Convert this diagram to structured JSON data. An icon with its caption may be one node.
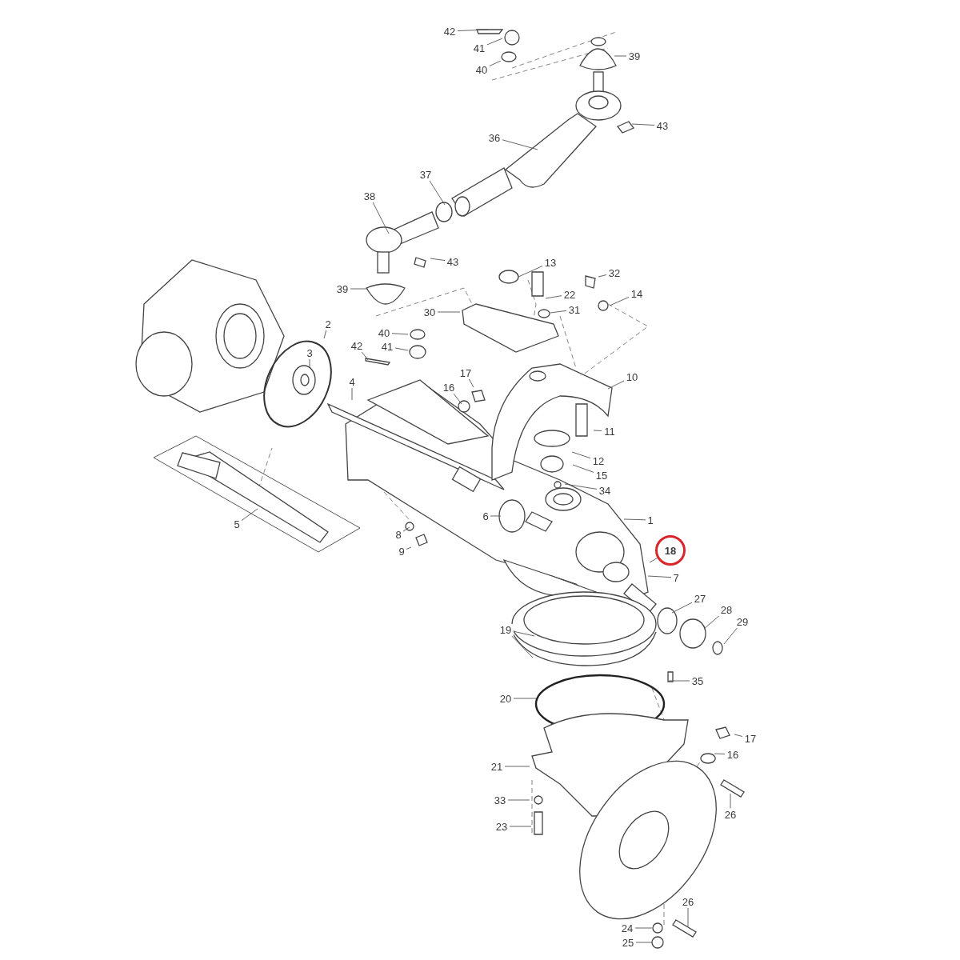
{
  "diagram": {
    "nodes": [
      {
        "text": [
          "42"
        ]
      },
      {
        "text": [
          "41"
        ]
      },
      {
        "text": [
          "39"
        ]
      },
      {
        "text": [
          "40"
        ]
      },
      {
        "text": [
          "43"
        ]
      },
      {
        "text": [
          "36"
        ]
      },
      {
        "text": [
          "37"
        ]
      },
      {
        "text": [
          "38"
        ]
      },
      {
        "text": [
          "43"
        ]
      },
      {
        "text": [
          "13"
        ]
      },
      {
        "text": [
          "32"
        ]
      },
      {
        "text": [
          "39"
        ]
      },
      {
        "text": [
          "14"
        ]
      },
      {
        "text": [
          "22"
        ]
      },
      {
        "text": [
          "31"
        ]
      },
      {
        "text": [
          "30"
        ]
      },
      {
        "text": [
          "2"
        ]
      },
      {
        "text": [
          "40"
        ]
      },
      {
        "text": [
          "41"
        ]
      },
      {
        "text": [
          "42"
        ]
      },
      {
        "text": [
          "3"
        ]
      },
      {
        "text": [
          "17"
        ]
      },
      {
        "text": [
          "10"
        ]
      },
      {
        "text": [
          "4"
        ]
      },
      {
        "text": [
          "16"
        ]
      },
      {
        "text": [
          "11"
        ]
      },
      {
        "text": [
          "12"
        ]
      },
      {
        "text": [
          "15"
        ]
      },
      {
        "text": [
          "34"
        ]
      },
      {
        "text": [
          "6"
        ]
      },
      {
        "text": [
          "1"
        ]
      },
      {
        "text": [
          "5"
        ]
      },
      {
        "text": [
          "8"
        ]
      },
      {
        "text": [
          "18"
        ]
      },
      {
        "text": [
          "9"
        ]
      },
      {
        "text": [
          "7"
        ]
      },
      {
        "text": [
          "27"
        ]
      },
      {
        "text": [
          "28"
        ]
      },
      {
        "text": [
          "29"
        ]
      },
      {
        "text": [
          "19"
        ]
      },
      {
        "text": [
          "35"
        ]
      },
      {
        "text": [
          "20"
        ]
      },
      {
        "text": [
          "17"
        ]
      },
      {
        "text": [
          "16"
        ]
      },
      {
        "text": [
          "21"
        ]
      },
      {
        "text": [
          "33"
        ]
      },
      {
        "text": [
          "26"
        ]
      },
      {
        "text": [
          "23"
        ]
      },
      {
        "text": [
          "26"
        ]
      },
      {
        "text": [
          "24"
        ]
      },
      {
        "text": [
          "25"
        ]
      }
    ],
    "edges": [
      {
        "from": 0,
        "to": null,
        "arrow": "none"
      },
      {
        "from": 1,
        "to": null,
        "arrow": "none"
      },
      {
        "from": 2,
        "to": null,
        "arrow": "none"
      },
      {
        "from": 3,
        "to": null,
        "arrow": "none"
      },
      {
        "from": 4,
        "to": null,
        "arrow": "none"
      },
      {
        "from": 5,
        "to": null,
        "arrow": "none"
      },
      {
        "from": 6,
        "to": null,
        "arrow": "none"
      },
      {
        "from": 7,
        "to": null,
        "arrow": "none"
      },
      {
        "from": 8,
        "to": null,
        "arrow": "none"
      },
      {
        "from": 9,
        "to": null,
        "arrow": "none"
      },
      {
        "from": 10,
        "to": null,
        "arrow": "none"
      },
      {
        "from": 11,
        "to": null,
        "arrow": "none"
      },
      {
        "from": 12,
        "to": null,
        "arrow": "none"
      },
      {
        "from": 13,
        "to": null,
        "arrow": "none"
      },
      {
        "from": 14,
        "to": null,
        "arrow": "none"
      },
      {
        "from": 15,
        "to": null,
        "arrow": "none"
      },
      {
        "from": 16,
        "to": null,
        "arrow": "none"
      },
      {
        "from": 17,
        "to": null,
        "arrow": "none"
      },
      {
        "from": 18,
        "to": null,
        "arrow": "none"
      },
      {
        "from": 19,
        "to": null,
        "arrow": "none"
      },
      {
        "from": 20,
        "to": null,
        "arrow": "none"
      },
      {
        "from": 21,
        "to": null,
        "arrow": "none"
      },
      {
        "from": 22,
        "to": null,
        "arrow": "none"
      },
      {
        "from": 23,
        "to": null,
        "arrow": "none"
      },
      {
        "from": 24,
        "to": null,
        "arrow": "none"
      },
      {
        "from": 25,
        "to": null,
        "arrow": "none"
      },
      {
        "from": 26,
        "to": null,
        "arrow": "none"
      },
      {
        "from": 27,
        "to": null,
        "arrow": "none"
      },
      {
        "from": 28,
        "to": null,
        "arrow": "none"
      },
      {
        "from": 29,
        "to": null,
        "arrow": "none"
      },
      {
        "from": 30,
        "to": null,
        "arrow": "none"
      },
      {
        "from": 31,
        "to": null,
        "arrow": "none"
      },
      {
        "from": 32,
        "to": null,
        "arrow": "none"
      },
      {
        "from": 33,
        "to": null,
        "arrow": "none"
      },
      {
        "from": 34,
        "to": null,
        "arrow": "none"
      },
      {
        "from": 35,
        "to": null,
        "arrow": "none"
      },
      {
        "from": 36,
        "to": null,
        "arrow": "none"
      },
      {
        "from": 37,
        "to": null,
        "arrow": "none"
      },
      {
        "from": 38,
        "to": null,
        "arrow": "none"
      },
      {
        "from": 39,
        "to": null,
        "arrow": "none"
      },
      {
        "from": 39,
        "to": null,
        "arrow": "none"
      },
      {
        "from": 40,
        "to": null,
        "arrow": "none"
      },
      {
        "from": 41,
        "to": null,
        "arrow": "none"
      },
      {
        "from": 42,
        "to": null,
        "arrow": "none"
      },
      {
        "from": 43,
        "to": null,
        "arrow": "none"
      },
      {
        "from": 44,
        "to": null,
        "arrow": "none"
      },
      {
        "from": 45,
        "to": null,
        "arrow": "none"
      },
      {
        "from": 46,
        "to": null,
        "arrow": "none"
      },
      {
        "from": 47,
        "to": null,
        "arrow": "none"
      },
      {
        "from": 48,
        "to": null,
        "arrow": "none"
      },
      {
        "from": 49,
        "to": null,
        "arrow": "none"
      },
      {
        "from": 50,
        "to": null,
        "arrow": "none"
      }
    ]
  }
}
